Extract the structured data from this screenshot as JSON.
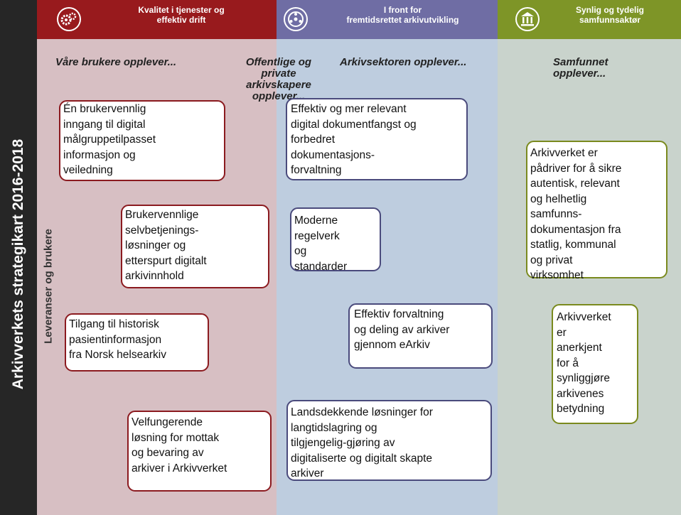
{
  "title": "Arkivverkets strategikart 2016-2018",
  "row_label": "Leveranser og brukere",
  "headers": [
    {
      "label_lines": [
        "Kvalitet i tjenester og",
        "effektiv drift"
      ],
      "icon": "gears-icon",
      "color": "#981a1d"
    },
    {
      "label_lines": [
        "I front for",
        "fremtidsrettet arkivutvikling"
      ],
      "icon": "people-circle-icon",
      "color": "#6f6da4"
    },
    {
      "label_lines": [
        "Synlig og tydelig",
        "samfunnsaktør"
      ],
      "icon": "building-icon",
      "color": "#7e9527"
    }
  ],
  "sections": {
    "users": "Våre brukere opplever...",
    "creators": [
      "Offentlige og",
      "private",
      "arkivskapere",
      "opplever..."
    ],
    "sector": "Arkivsektoren opplever...",
    "society": [
      "Samfunnet",
      "opplever..."
    ]
  },
  "boxes": {
    "b1": [
      "Én brukervennlig",
      "inngang til digital",
      "målgruppetilpasset",
      "informasjon og",
      "veiledning"
    ],
    "b2": [
      "Brukervennlige",
      "selvbetjenings-",
      "løsninger og",
      "etterspurt digitalt",
      "arkivinnhold"
    ],
    "b3": [
      "Tilgang til historisk",
      "pasientinformasjon",
      "fra Norsk helsearkiv"
    ],
    "b4": [
      "Velfungerende",
      "løsning for mottak",
      "og bevaring av",
      "arkiver i Arkivverket"
    ],
    "b5": [
      "Effektiv og mer relevant",
      "digital dokumentfangst og",
      "forbedret",
      "dokumentasjons-",
      "forvaltning"
    ],
    "b6": [
      "Moderne",
      "regelverk",
      "og",
      "standarder"
    ],
    "b7": [
      "Effektiv forvaltning",
      "og deling av arkiver",
      "gjennom eArkiv"
    ],
    "b8": [
      "Landsdekkende løsninger for",
      "langtidslagring og",
      "tilgjengelig-gjøring av",
      "digitaliserte og digitalt skapte",
      "arkiver"
    ],
    "b9": [
      "Arkivverket er",
      "pådriver for å sikre",
      "autentisk, relevant",
      "og helhetlig",
      "samfunns-",
      "dokumentasjon fra",
      "statlig, kommunal",
      "og privat",
      "virksomhet"
    ],
    "b10": [
      "Arkivverket",
      "er",
      "anerkjent",
      "for å",
      "synliggjøre",
      "arkivenes",
      "betydning"
    ]
  },
  "colors": {
    "users_border": "#8b1a1f",
    "sector_border": "#4a4a7c",
    "society_border": "#7a8a1e"
  }
}
